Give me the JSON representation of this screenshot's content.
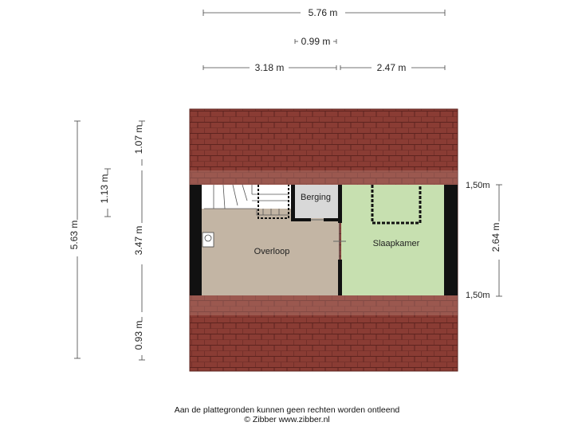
{
  "colors": {
    "roof": "#8a3c34",
    "roof_dark": "#5e241f",
    "wall": "#111111",
    "overloop": "#c3b5a4",
    "slaapkamer": "#c7e0b0",
    "berging": "#d8d8d8",
    "dim_line": "#444444"
  },
  "dimensions": {
    "top_total": "5.76 m",
    "top_door": "0.99 m",
    "top_left": "3.18 m",
    "top_right": "2.47 m",
    "left_total": "5.63 m",
    "left_upper": "1.13 m",
    "left_roof_top": "1.07 m",
    "left_mid": "3.47 m",
    "left_roof_bottom": "0.93 m",
    "right_height": "2.64 m",
    "right_top_mark": "1,50m",
    "right_bottom_mark": "1,50m"
  },
  "rooms": {
    "overloop": "Overloop",
    "slaapkamer": "Slaapkamer",
    "berging": "Berging"
  },
  "footer": {
    "disclaimer": "Aan de plattegronden kunnen geen rechten worden ontleend",
    "credit": "© Zibber www.zibber.nl"
  }
}
